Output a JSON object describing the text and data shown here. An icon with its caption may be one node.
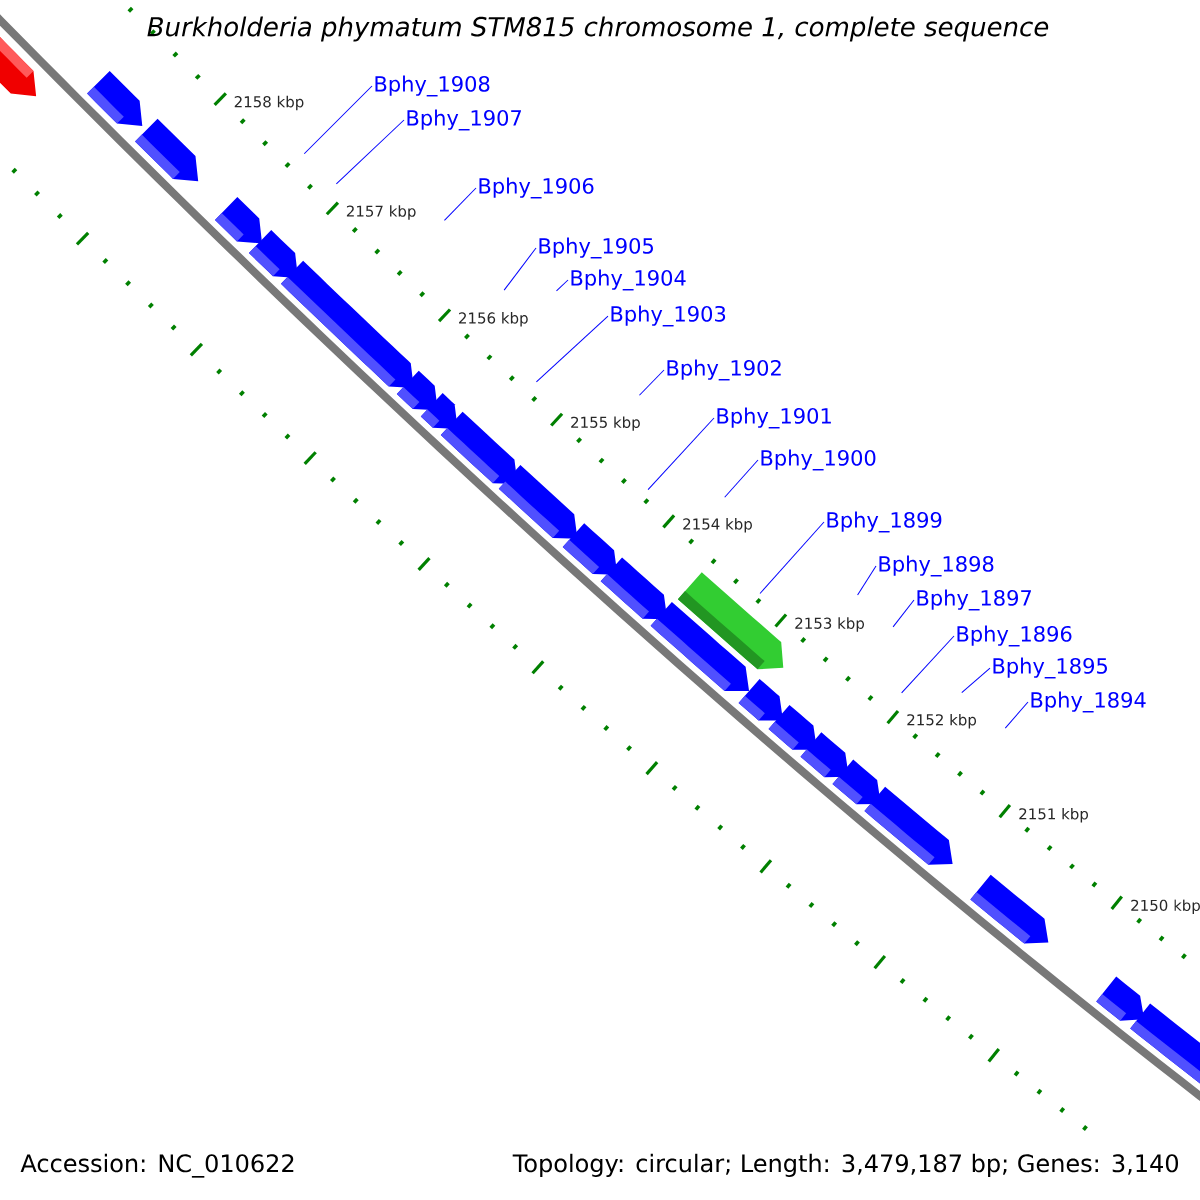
{
  "diagram": {
    "title": "Burkholderia phymatum STM815 chromosome 1, complete sequence",
    "nodes": [
      {
        "text": [
          "Bphy_1908"
        ]
      },
      {
        "text": [
          "Bphy_1907"
        ]
      },
      {
        "text": [
          "Bphy_1906"
        ]
      },
      {
        "text": [
          "Bphy_1905"
        ]
      },
      {
        "text": [
          "Bphy_1904"
        ]
      },
      {
        "text": [
          "Bphy_1903"
        ]
      },
      {
        "text": [
          "Bphy_1902"
        ]
      },
      {
        "text": [
          "Bphy_1901"
        ]
      },
      {
        "text": [
          "Bphy_1900"
        ]
      },
      {
        "text": [
          "Bphy_1899"
        ]
      },
      {
        "text": [
          "Bphy_1898"
        ]
      },
      {
        "text": [
          "Bphy_1897"
        ]
      },
      {
        "text": [
          "Bphy_1896"
        ]
      },
      {
        "text": [
          "Bphy_1895"
        ]
      },
      {
        "text": [
          "Bphy_1894"
        ]
      }
    ],
    "edges": [
      {
        "from": 0,
        "to": null,
        "arrow": "none"
      },
      {
        "from": 1,
        "to": null,
        "arrow": "none"
      },
      {
        "from": 2,
        "to": null,
        "arrow": "none"
      },
      {
        "from": 3,
        "to": null,
        "arrow": "none"
      },
      {
        "from": 4,
        "to": null,
        "arrow": "none"
      },
      {
        "from": 5,
        "to": null,
        "arrow": "none"
      },
      {
        "from": 6,
        "to": null,
        "arrow": "none"
      },
      {
        "from": 7,
        "to": null,
        "arrow": "none"
      },
      {
        "from": 8,
        "to": null,
        "arrow": "none"
      },
      {
        "from": 9,
        "to": null,
        "arrow": "none"
      },
      {
        "from": 10,
        "to": null,
        "arrow": "none"
      },
      {
        "from": 11,
        "to": null,
        "arrow": "none"
      },
      {
        "from": 12,
        "to": null,
        "arrow": "none"
      },
      {
        "from": 13,
        "to": null,
        "arrow": "none"
      },
      {
        "from": 14,
        "to": null,
        "arrow": "none"
      }
    ],
    "labels": [
      "2158 kbp",
      "2157 kbp",
      "2156 kbp",
      "2155 kbp",
      "2154 kbp",
      "2153 kbp",
      "2152 kbp",
      "2151 kbp",
      "2150 kbp",
      "Accession: NC_010622",
      "Topology: circular; Length: 3,479,187 bp; Genes: 3,140"
    ]
  }
}
